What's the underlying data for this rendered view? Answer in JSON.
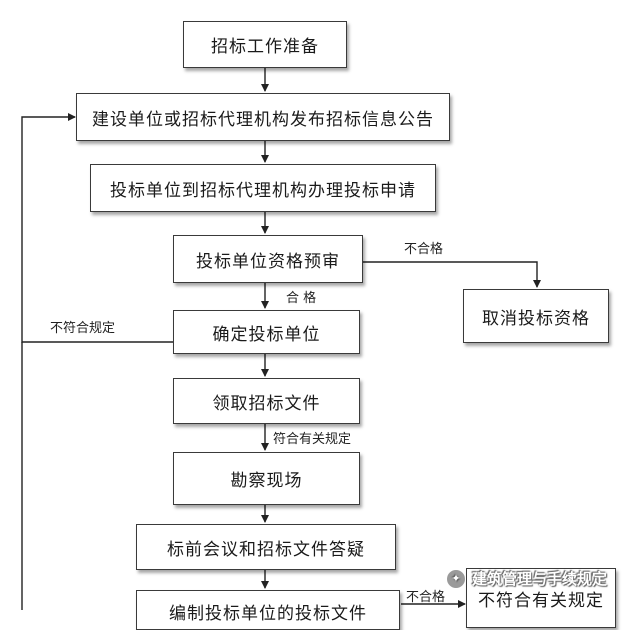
{
  "nodes": {
    "prepare": "招标工作准备",
    "publish": "建设单位或招标代理机构发布招标信息公告",
    "apply": "投标单位到招标代理机构办理投标申请",
    "prequal": "投标单位资格预审",
    "cancel": "取消投标资格",
    "confirm": "确定投标单位",
    "get_docs": "领取招标文件",
    "survey": "勘察现场",
    "meeting": "标前会议和招标文件答疑",
    "partial_bottom": "编制投标单位的投标文件",
    "partial_right": "不符合有关规定"
  },
  "edge_labels": {
    "fail": "不合格",
    "pass": "合  格",
    "not_comply": "不符合规定",
    "comply": "符合有关规定",
    "fail_bottom": "不合格"
  },
  "watermark": {
    "text": "建筑管理与手续规定",
    "icon": "wechat-icon"
  }
}
